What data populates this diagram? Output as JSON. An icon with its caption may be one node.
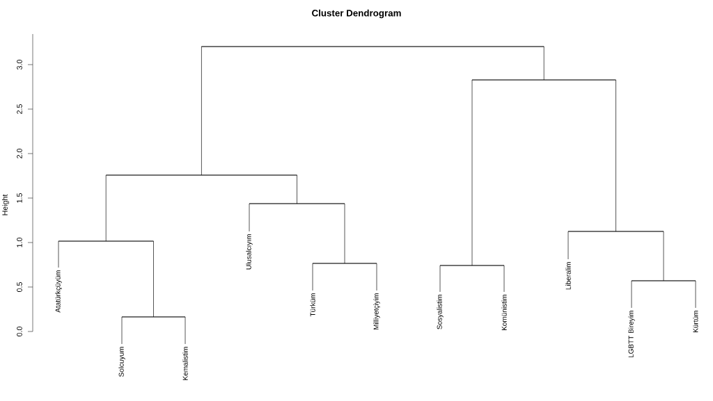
{
  "diagram": {
    "title": "Cluster Dendrogram",
    "nodes": [
      {
        "text": [
          "Atatürkçüyüm"
        ]
      },
      {
        "text": [
          "Solcuyum"
        ]
      },
      {
        "text": [
          "Kemalistim"
        ]
      },
      {
        "text": [
          "Ulusalcıyım"
        ]
      },
      {
        "text": [
          "Türküm"
        ]
      },
      {
        "text": [
          "Milliyetçiyim"
        ]
      },
      {
        "text": [
          "Sosyalistim"
        ]
      },
      {
        "text": [
          "Komünistim"
        ]
      },
      {
        "text": [
          "Liberalim"
        ]
      },
      {
        "text": [
          "LGBTT Bireyim"
        ]
      },
      {
        "text": [
          "Kürtüm"
        ]
      },
      {
        "text": [],
        "shape": "bar"
      },
      {
        "text": [],
        "shape": "bar"
      },
      {
        "text": [],
        "shape": "bar"
      },
      {
        "text": [],
        "shape": "bar"
      },
      {
        "text": [],
        "shape": "bar"
      },
      {
        "text": [],
        "shape": "bar"
      },
      {
        "text": [],
        "shape": "bar"
      },
      {
        "text": [],
        "shape": "bar"
      },
      {
        "text": [],
        "shape": "bar"
      },
      {
        "text": [],
        "shape": "bar"
      }
    ],
    "edges": [
      {
        "from": 11,
        "to": 13,
        "arrow": "none"
      },
      {
        "from": 11,
        "to": 12,
        "arrow": "none"
      },
      {
        "from": 12,
        "to": 18,
        "arrow": "none"
      },
      {
        "from": 12,
        "to": 15,
        "arrow": "none"
      },
      {
        "from": 13,
        "to": 16,
        "arrow": "none"
      },
      {
        "from": 13,
        "to": 14,
        "arrow": "none"
      },
      {
        "from": 14,
        "to": 3,
        "arrow": "none"
      },
      {
        "from": 14,
        "to": 17,
        "arrow": "none"
      },
      {
        "from": 15,
        "to": 8,
        "arrow": "none"
      },
      {
        "from": 15,
        "to": 19,
        "arrow": "none"
      },
      {
        "from": 16,
        "to": 0,
        "arrow": "none"
      },
      {
        "from": 16,
        "to": 20,
        "arrow": "none"
      },
      {
        "from": 17,
        "to": 4,
        "arrow": "none"
      },
      {
        "from": 17,
        "to": 5,
        "arrow": "none"
      },
      {
        "from": 18,
        "to": 6,
        "arrow": "none"
      },
      {
        "from": 18,
        "to": 7,
        "arrow": "none"
      },
      {
        "from": 19,
        "to": 9,
        "arrow": "none"
      },
      {
        "from": 19,
        "to": 10,
        "arrow": "none"
      },
      {
        "from": 20,
        "to": 1,
        "arrow": "none"
      },
      {
        "from": 20,
        "to": 2,
        "arrow": "none"
      }
    ],
    "labels": [
      "Height",
      "0.0",
      "0.5",
      "1.0",
      "1.5",
      "2.0",
      "2.5",
      "3.0"
    ]
  }
}
